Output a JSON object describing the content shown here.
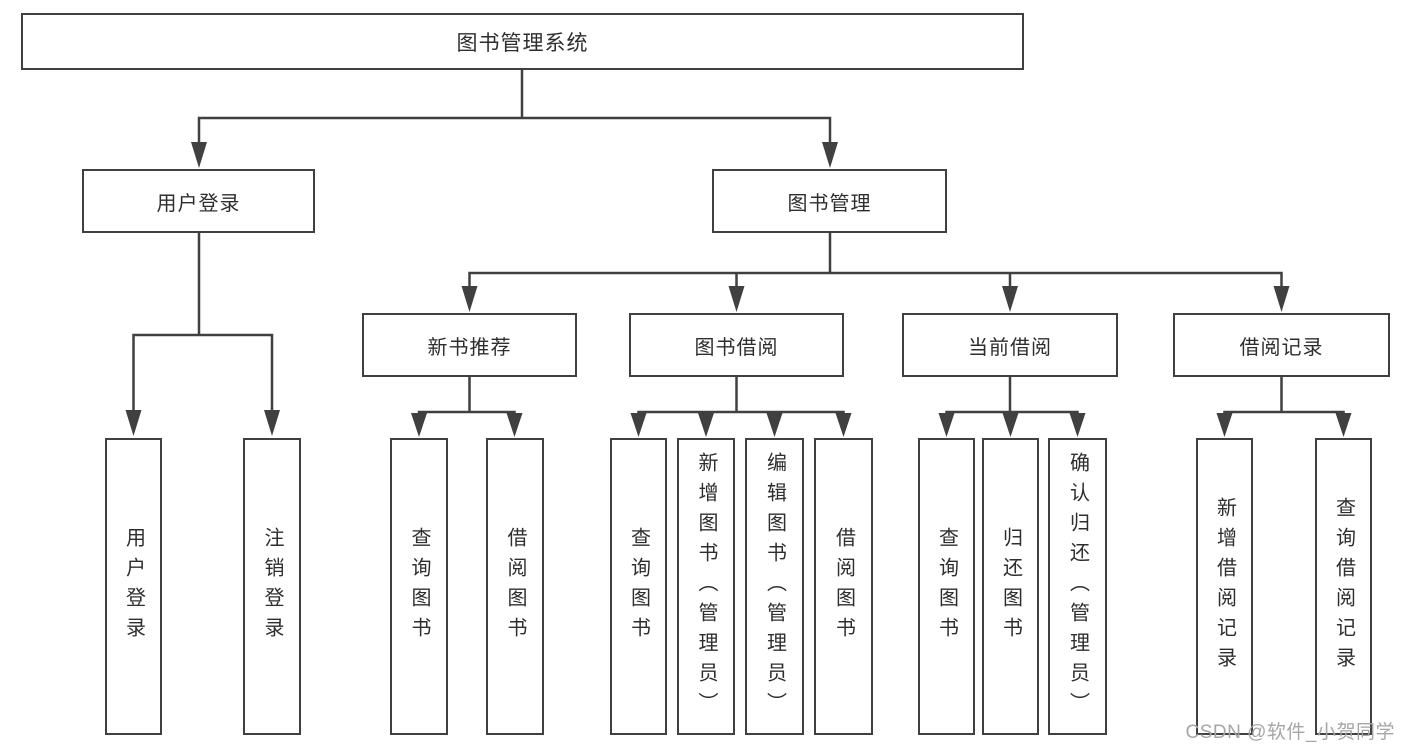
{
  "diagram_title": "图书管理系统",
  "tree": {
    "label": "图书管理系统",
    "children": [
      {
        "label": "用户登录",
        "children": [
          {
            "label": "用户登录"
          },
          {
            "label": "注销登录"
          }
        ]
      },
      {
        "label": "图书管理",
        "children": [
          {
            "label": "新书推荐",
            "children": [
              {
                "label": "查询图书"
              },
              {
                "label": "借阅图书"
              }
            ]
          },
          {
            "label": "图书借阅",
            "children": [
              {
                "label": "查询图书"
              },
              {
                "label": "新增图书（管理员）"
              },
              {
                "label": "编辑图书（管理员）"
              },
              {
                "label": "借阅图书"
              }
            ]
          },
          {
            "label": "当前借阅",
            "children": [
              {
                "label": "查询图书"
              },
              {
                "label": "归还图书"
              },
              {
                "label": "确认归还（管理员）"
              }
            ]
          },
          {
            "label": "借阅记录",
            "children": [
              {
                "label": "新增借阅记录"
              },
              {
                "label": "查询借阅记录"
              }
            ]
          }
        ]
      }
    ]
  },
  "watermark": {
    "text": "CSDN @软件_小贺同学"
  },
  "colors": {
    "line": "#404040",
    "text": "#2e2e2e",
    "watermark_text": "#a6a6a6",
    "background": "#ffffff"
  }
}
